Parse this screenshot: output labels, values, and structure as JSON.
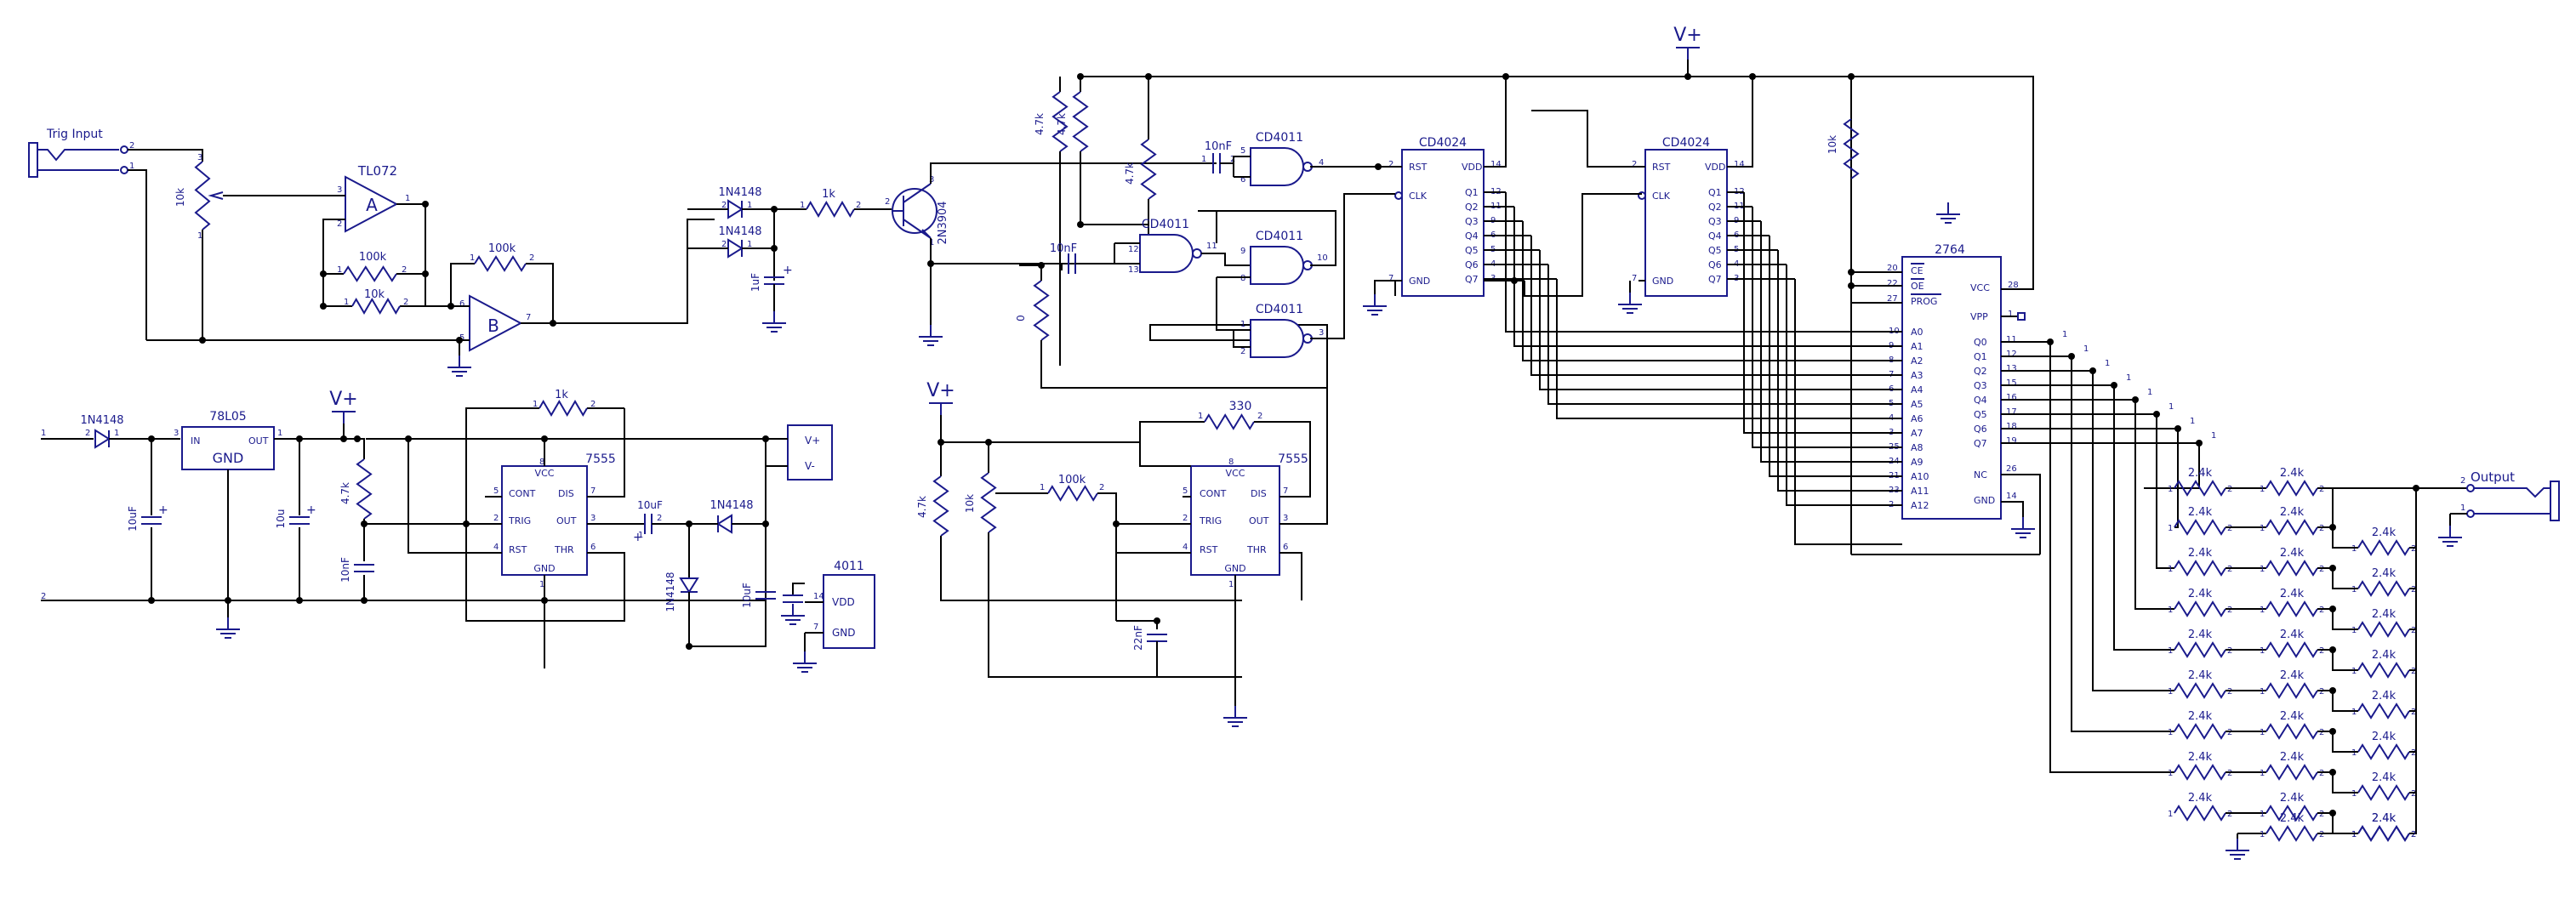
{
  "labels": {
    "v_plus": "V+",
    "trig_input": "Trig Input",
    "output": "Output",
    "tl072": "TL072",
    "opamp_a": "A",
    "opamp_b": "B",
    "r_10k": "10k",
    "r_100k": "100k",
    "r_1k": "1k",
    "r_4_7k": "4.7k",
    "r_330": "330",
    "r_0": "0",
    "r_2_4k": "2.4k",
    "d_1n4148": "1N4148",
    "q_2n3904": "2N3904",
    "c_1uf": "1uF",
    "c_10nf": "10nF",
    "c_10uf": "10uF",
    "c_10u": "10u",
    "c_22nf": "22nF",
    "reg_78l05": "78L05",
    "in": "IN",
    "out": "OUT",
    "gnd": "GND",
    "cd4011": "CD4011",
    "cd4024": "CD4024",
    "n4011": "4011",
    "n7555": "7555",
    "n2764": "2764",
    "vcc": "VCC",
    "vdd": "VDD",
    "vpp": "VPP",
    "cont": "CONT",
    "dis": "DIS",
    "trig": "TRIG",
    "rst": "RST",
    "thr": "THR",
    "clk": "CLK",
    "ce": "CE",
    "oe": "OE",
    "prog": "PROG",
    "nc": "NC",
    "v_plus_pin": "V+",
    "v_minus_pin": "V-",
    "q1": "Q1",
    "q2": "Q2",
    "q3": "Q3",
    "q4": "Q4",
    "q5": "Q5",
    "q6": "Q6",
    "q7": "Q7",
    "q0": "Q0",
    "a0": "A0",
    "a1": "A1",
    "a2": "A2",
    "a3": "A3",
    "a4": "A4",
    "a5": "A5",
    "a6": "A6",
    "a7": "A7",
    "a8": "A8",
    "a9": "A9",
    "a10": "A10",
    "a11": "A11",
    "a12": "A12"
  },
  "pins": {
    "p1": "1",
    "p2": "2",
    "p3": "3",
    "p4": "4",
    "p5": "5",
    "p6": "6",
    "p7": "7",
    "p8": "8",
    "p9": "9",
    "p10": "10",
    "p11": "11",
    "p12": "12",
    "p13": "13",
    "p14": "14",
    "p15": "15",
    "p16": "16",
    "p17": "17",
    "p18": "18",
    "p19": "19",
    "p20": "20",
    "p21": "21",
    "p22": "22",
    "p23": "23",
    "p24": "24",
    "p25": "25",
    "p26": "26",
    "p27": "27",
    "p28": "28"
  },
  "colors": {
    "component": "#1a1a8c",
    "wire": "#000000"
  }
}
